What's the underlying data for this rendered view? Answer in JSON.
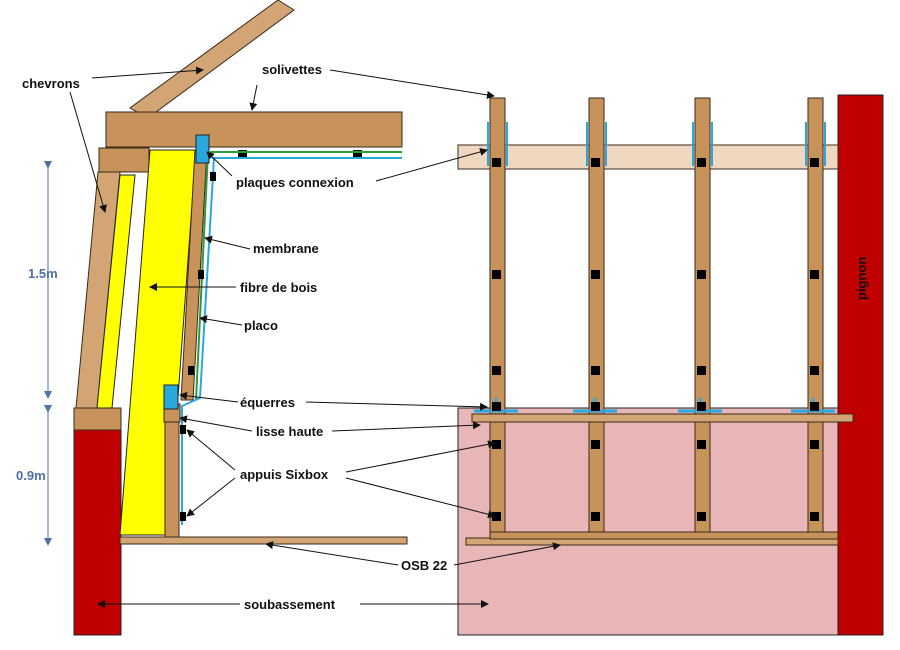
{
  "labels": {
    "chevrons": "chevrons",
    "solivettes": "solivettes",
    "plaques_connexion": "plaques connexion",
    "membrane": "membrane",
    "fibre_de_bois": "fibre de bois",
    "placo": "placo",
    "equerres": "équerres",
    "lisse_haute": "lisse haute",
    "appuis_sixbox": "appuis Sixbox",
    "osb": "OSB 22",
    "soubassement": "soubassement",
    "pignon": "pignon"
  },
  "dimensions": {
    "upper": "1.5m",
    "lower": "0.9m"
  },
  "colors": {
    "wood": "#c8935a",
    "insulation": "#ffff00",
    "masonry_red": "#c00000",
    "masonry_pink": "#e8b6b6",
    "clip_blue": "#29a8e0",
    "membrane_green": "#2e9b3a",
    "dimension_blue": "#4f6fa8"
  }
}
